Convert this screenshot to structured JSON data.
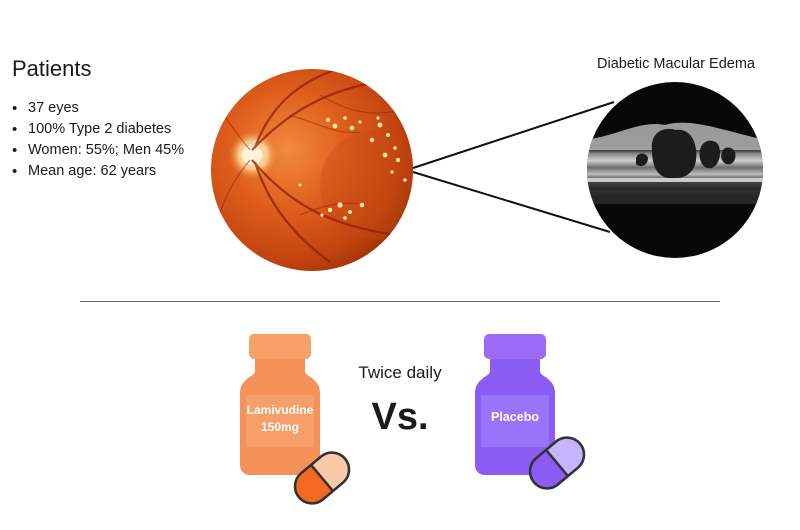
{
  "patients": {
    "title": "Patients",
    "items": [
      "37 eyes",
      "100% Type 2 diabetes",
      "Women: 55%; Men 45%",
      "Mean age: 62 years"
    ]
  },
  "oct": {
    "title": "Diabetic Macular Edema"
  },
  "comparison": {
    "frequency": "Twice daily",
    "versus": "Vs.",
    "drug_label": "Lamivudine\n150mg",
    "placebo_label": "Placebo"
  },
  "colors": {
    "drug": "#f5925a",
    "placebo": "#8b5cf6",
    "fundus": "#d4541c"
  },
  "icons": [
    "fundus-image-icon",
    "oct-scan-image-icon",
    "pill-bottle-icon",
    "capsule-icon"
  ]
}
